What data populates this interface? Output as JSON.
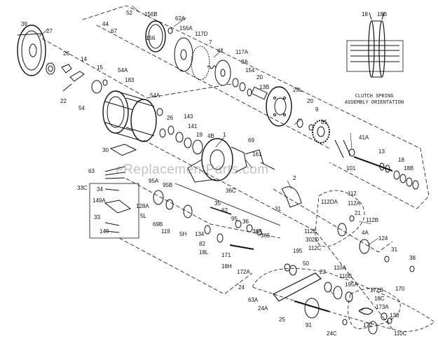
{
  "watermark": "eReplacementParts.com",
  "note": {
    "line1": "CLUTCH SPRING",
    "line2": "ASSEMBLY ORIENTATION"
  },
  "labels": [
    "39",
    "27",
    "26",
    "14",
    "15",
    "22",
    "54",
    "54A",
    "183",
    "52",
    "44",
    "67",
    "156B",
    "62A",
    "156",
    "156A",
    "117D",
    "7",
    "41",
    "117A",
    "8A",
    "154",
    "20",
    "13B",
    "29L",
    "20",
    "9",
    "81",
    "54A",
    "26",
    "143",
    "141",
    "19",
    "4B",
    "1",
    "69",
    "161",
    "30",
    "63",
    "33C",
    "34",
    "149A",
    "33",
    "149",
    "128A",
    "5L",
    "69B",
    "95A",
    "95B",
    "36C",
    "35",
    "62",
    "95",
    "36",
    "36A",
    "365",
    "119",
    "5H",
    "134",
    "82",
    "18L",
    "171",
    "18H",
    "172A",
    "2",
    "31",
    "112",
    "112A",
    "112B",
    "112DA",
    "21",
    "4A",
    "112E",
    "302D",
    "112C",
    "124",
    "31",
    "38",
    "195",
    "50",
    "24",
    "63A",
    "24A",
    "23",
    "110A",
    "110B",
    "195A",
    "25",
    "91",
    "24C",
    "172B",
    "18C",
    "173A",
    "170",
    "133",
    "172",
    "110C",
    "41A",
    "13",
    "18",
    "18B",
    "101",
    "18",
    "18B"
  ]
}
